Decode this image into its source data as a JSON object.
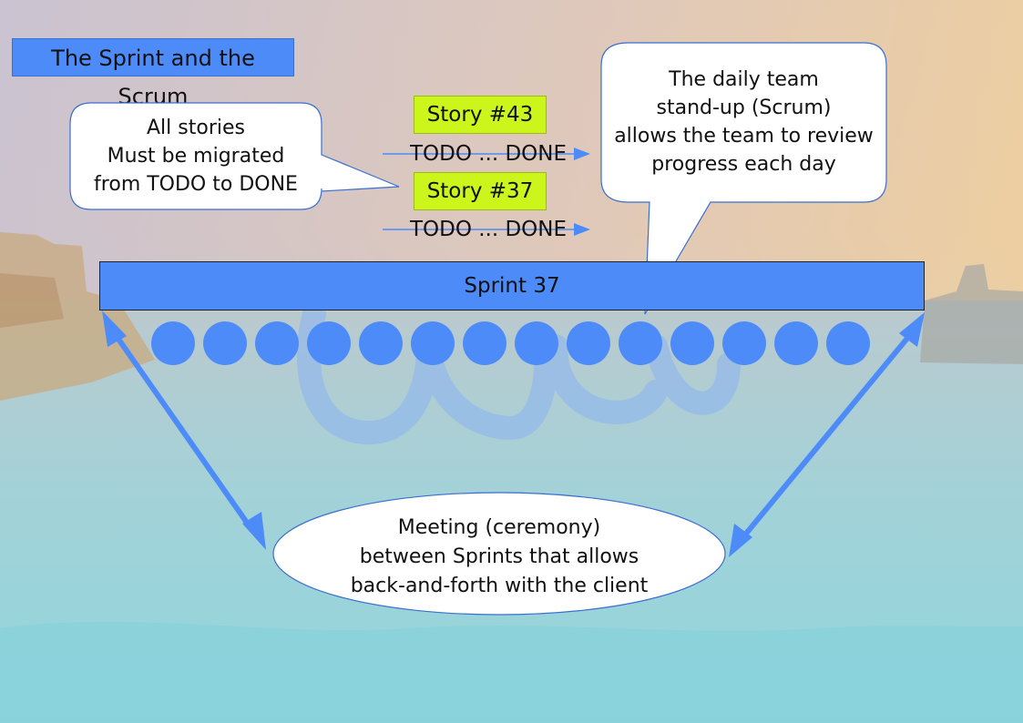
{
  "title": "The Sprint and the Scrum",
  "stories": [
    {
      "label": "Story #43",
      "progress": "TODO ... DONE"
    },
    {
      "label": "Story #37",
      "progress": "TODO ... DONE"
    }
  ],
  "callout_left": [
    "All stories",
    "Must be migrated",
    "from TODO to DONE"
  ],
  "callout_right": [
    "The daily team",
    "stand-up (Scrum)",
    "allows the team to review",
    "progress each day"
  ],
  "sprint_label": "Sprint 37",
  "daily_scrum_count": 14,
  "meeting": [
    "Meeting (ceremony)",
    "between Sprints that allows",
    "back-and-forth with the client"
  ],
  "colors": {
    "accent": "#4d8bf8",
    "story": "#ccf51b",
    "callout_fill": "#ffffff"
  }
}
